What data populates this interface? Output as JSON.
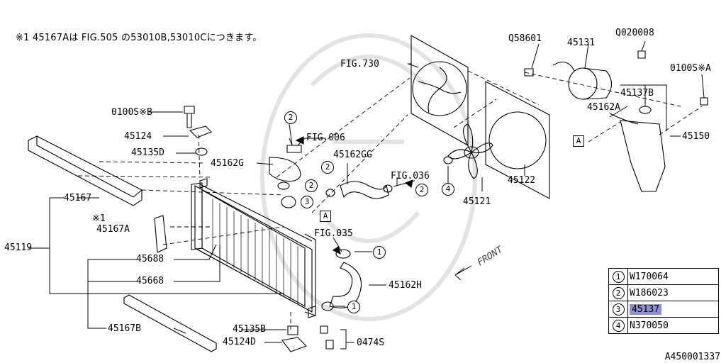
{
  "note": "※1 45167Aは FIG.505 の53010B,53010Cにつきます。",
  "drawing_number": "A450001337",
  "labels": {
    "fig730": "FIG.730",
    "q58601": "Q58601",
    "p45131": "45131",
    "q020008": "Q020008",
    "p0100s_a": "0100S※A",
    "p45137b": "45137B",
    "p45162a": "45162A",
    "p45150": "45150",
    "boxA_right": "A",
    "p45122": "45122",
    "p45121": "45121",
    "c4_fan": "4",
    "p0100s_b": "0100S※B",
    "p45124": "45124",
    "p45135d": "45135D",
    "p45162g": "45162G",
    "fig006": "FIG.006",
    "c2_a": "2",
    "p45162gg": "45162GG",
    "c2_b": "2",
    "c2_c": "2",
    "fig036": "FIG.036",
    "c2_d": "2",
    "c3": "3",
    "boxA_left": "A",
    "p45167": "45167",
    "mark1": "※1",
    "p45167a": "45167A",
    "p45119": "45119",
    "fig035": "FIG.035",
    "c1_a": "1",
    "p45688": "45688",
    "p45668": "45668",
    "p45162h": "45162H",
    "c1_b": "1",
    "p45167b": "45167B",
    "p45135b": "45135B",
    "p45124d": "45124D",
    "p0474s": "0474S",
    "front": "FRONT"
  },
  "legend": [
    {
      "num": "1",
      "part": "W170064"
    },
    {
      "num": "2",
      "part": "W186023"
    },
    {
      "num": "3",
      "part": "45137"
    },
    {
      "num": "4",
      "part": "N370050"
    }
  ]
}
